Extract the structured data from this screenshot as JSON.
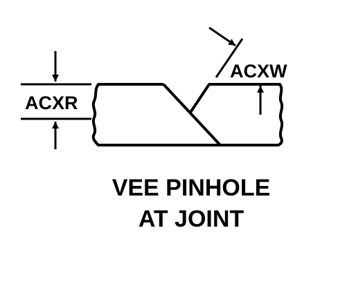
{
  "diagram": {
    "dimension_left": "ACXR",
    "dimension_right": "ACXW",
    "caption_line_1": "VEE PINHOLE",
    "caption_line_2": "AT JOINT"
  },
  "colors": {
    "ink": "#000000",
    "background": "#ffffff"
  }
}
